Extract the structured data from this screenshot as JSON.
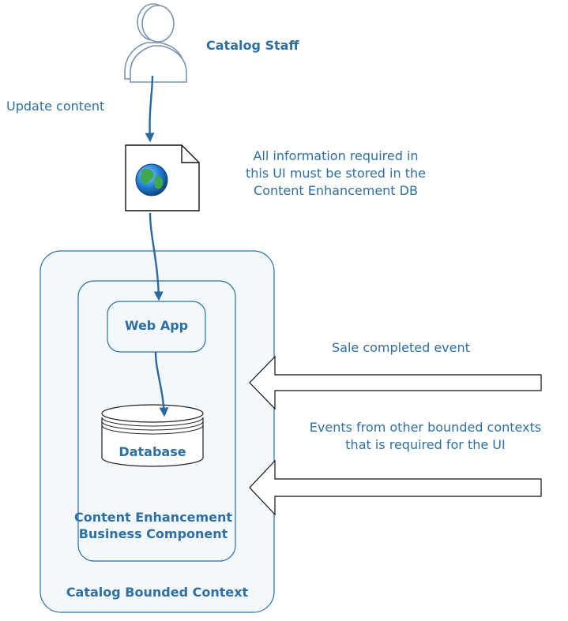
{
  "actor": {
    "label": "Catalog Staff"
  },
  "flow": {
    "update_label": "Update content"
  },
  "ui_note": {
    "lines": [
      "All information required in",
      "this UI must be stored in the",
      "Content Enhancement DB"
    ]
  },
  "catalog_context": {
    "label": "Catalog Bounded Context"
  },
  "component": {
    "label_line1": "Content Enhancement",
    "label_line2": "Business Component"
  },
  "web_app": {
    "label": "Web App"
  },
  "database": {
    "label": "Database"
  },
  "events": {
    "sale_label": "Sale completed event",
    "other_line1": "Events from other bounded contexts",
    "other_line2": "that is required for the UI"
  },
  "colors": {
    "accent": "#2e6fa3",
    "box_fill": "#f2f8fc",
    "arrow": "#2b6a9e"
  }
}
